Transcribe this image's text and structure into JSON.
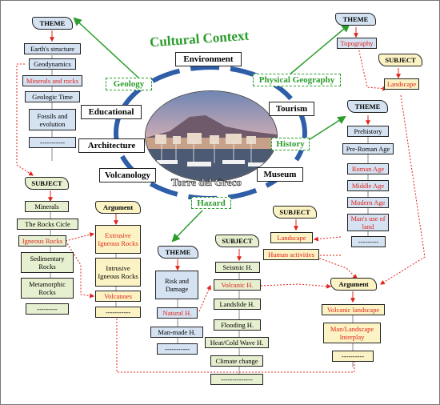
{
  "title": "Cultural Context",
  "center_label": "Torre del Greco",
  "ring": {
    "environment": "Environment",
    "geology": "Geology",
    "physical_geography": "Physical Geography",
    "educational": "Educational",
    "tourism": "Tourism",
    "architecture": "Architecture",
    "history": "History",
    "volcanology": "Volcanology",
    "museum": "Museum",
    "hazard": "Hazard"
  },
  "geology_theme": {
    "header": "THEME",
    "items": [
      "Earth's structure",
      "Geodynamics",
      "Minerals and rocks",
      "Geologic Time",
      "Fossils and evolution",
      "-----------"
    ]
  },
  "geology_subject": {
    "header": "SUBJECT",
    "items": [
      "Minerals",
      "The Rocks Cicle",
      "Igneous Rocks",
      "Sedimentary Rocks",
      "Metamorphic Rocks",
      "---------"
    ]
  },
  "argument_left": {
    "header": "Argument",
    "items": [
      "Extrusive Igneous Rocks",
      "Intrusive Igneous Rocks",
      "Volcanoes",
      "-----------"
    ]
  },
  "geography_theme": {
    "header": "THEME",
    "items": [
      "Topography"
    ]
  },
  "geography_subject": {
    "header": "SUBJECT",
    "items": [
      "Landscape"
    ]
  },
  "history_theme": {
    "header": "THEME",
    "items": [
      "Prehistory",
      "Pre-Roman Age",
      "Roman Age",
      "Middle Age",
      "Modern Age",
      "Man's use of land",
      "---------"
    ]
  },
  "history_subject": {
    "header": "SUBJECT",
    "items": [
      "Landscape",
      "Human activities"
    ]
  },
  "hazard_theme": {
    "header": "THEME",
    "items": [
      "Risk and Damage",
      "Natural H.",
      "Man-made H.",
      "-----------"
    ]
  },
  "hazard_subject": {
    "header": "SUBJECT",
    "items": [
      "Seismic H.",
      "Volcanic H.",
      "Landslide H.",
      "Flooding H.",
      "Heat/Cold Wave H.",
      "Climate change",
      "--------------"
    ]
  },
  "argument_right": {
    "header": "Argument",
    "items": [
      "Volcanic landscape",
      "Man/Landscape Interplay",
      "----------"
    ]
  }
}
